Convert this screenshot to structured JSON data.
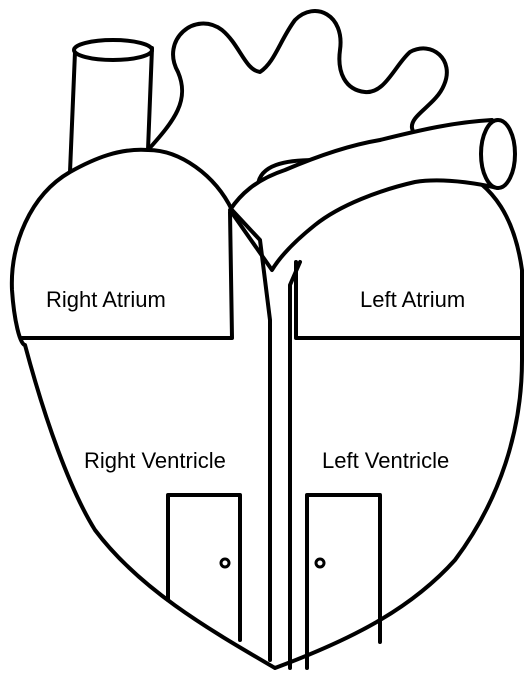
{
  "labels": {
    "right_atrium": "Right Atrium",
    "left_atrium": "Left Atrium",
    "right_ventricle": "Right Ventricle",
    "left_ventricle": "Left Ventricle"
  },
  "colors": {
    "stroke": "#000000",
    "fill": "#ffffff"
  }
}
